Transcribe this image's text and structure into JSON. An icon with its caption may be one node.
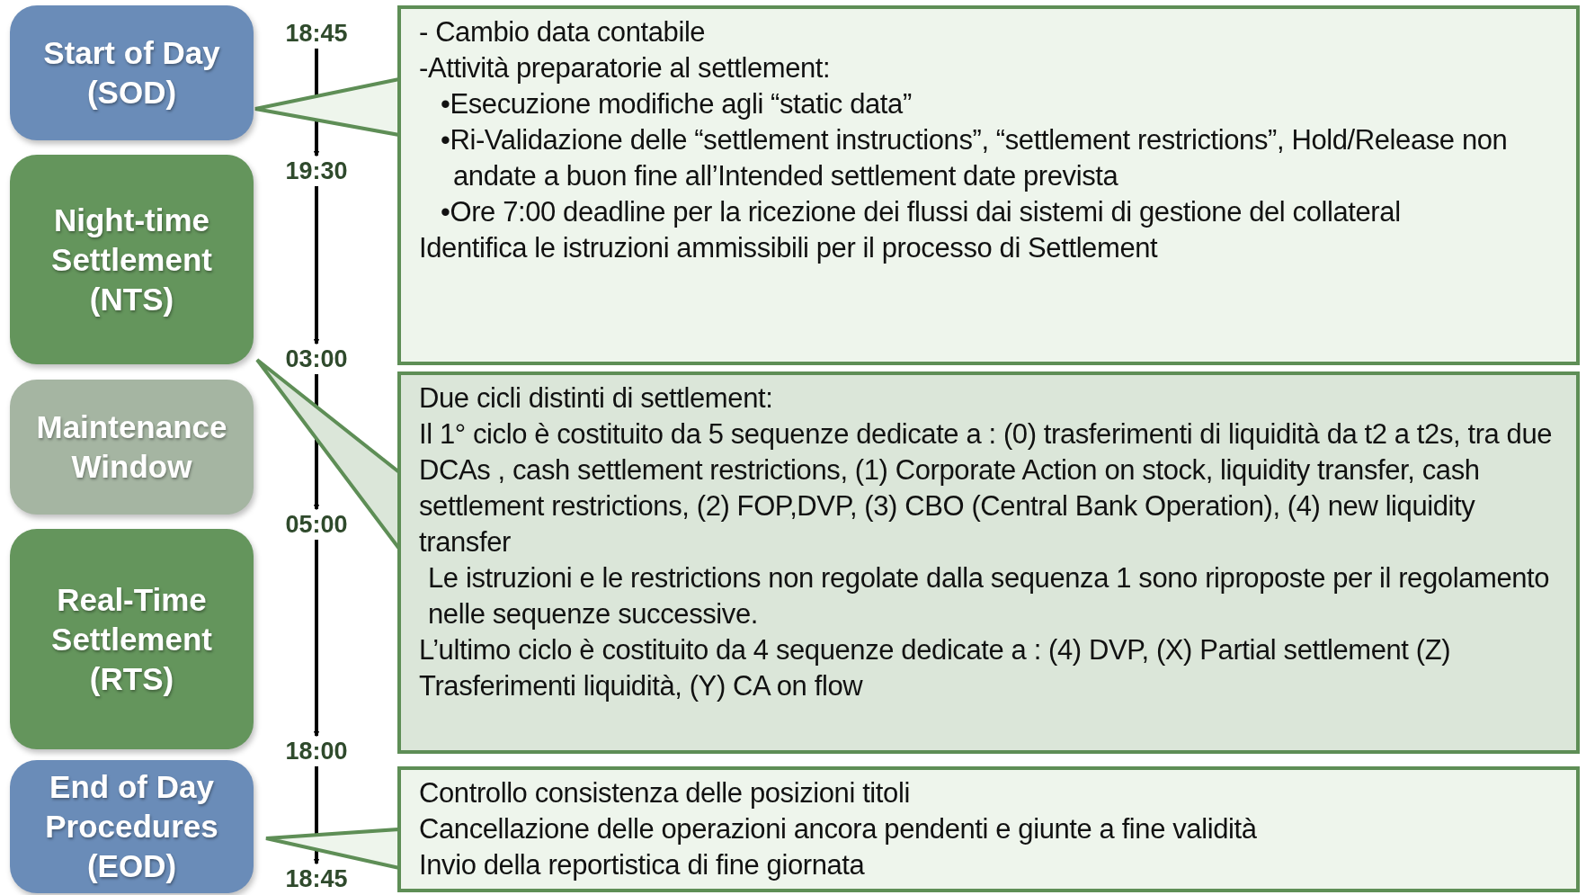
{
  "diagram": {
    "nodes": [
      {
        "text": [
          "Start of Day (SOD)"
        ]
      },
      {
        "text": [
          "Night-time Settlement (NTS)"
        ]
      },
      {
        "text": [
          "Maintenance Window"
        ]
      },
      {
        "text": [
          "Real-Time Settlement (RTS)"
        ]
      },
      {
        "text": [
          "End of Day Procedures (EOD)"
        ]
      },
      {
        "text": [
          "18:45"
        ]
      },
      {
        "text": [
          "19:30"
        ]
      },
      {
        "text": [
          "03:00"
        ]
      },
      {
        "text": [
          "05:00"
        ]
      },
      {
        "text": [
          "18:00"
        ]
      },
      {
        "text": [
          "18:45"
        ]
      },
      {
        "text": [
          "- Cambio data contabile",
          "-Attività preparatorie al settlement:",
          "•Esecuzione modifiche agli “static data”",
          "•Ri-Validazione delle “settlement instructions”, “settlement restrictions”, Hold/Release non andate a buon fine all’Intended settlement date prevista",
          "•Ore 7:00 deadline per la ricezione dei flussi dai sistemi di gestione del collateral",
          "Identifica le istruzioni ammissibili per il processo di Settlement"
        ]
      },
      {
        "text": [
          "Due cicli distinti di settlement:",
          "Il 1° ciclo è costituito da 5 sequenze dedicate a : (0) trasferimenti di liquidità da t2 a t2s, tra due DCAs , cash settlement restrictions, (1) Corporate Action on stock, liquidity transfer, cash settlement restrictions, (2) FOP,DVP, (3) CBO (Central Bank Operation), (4) new liquidity transfer",
          "Le istruzioni e le restrictions non regolate dalla sequenza 1 sono riproposte per il regolamento nelle sequenze successive.",
          "L’ultimo ciclo è costituito da 4 sequenze dedicate a : (4) DVP, (X) Partial settlement (Z) Trasferimenti liquidità, (Y) CA on flow"
        ]
      },
      {
        "text": [
          "Controllo consistenza delle posizioni titoli",
          "Cancellazione delle operazioni ancora pendenti e giunte a fine validità",
          "Invio della reportistica di fine giornata"
        ]
      }
    ],
    "edges": [
      {
        "from": 5,
        "to": 6,
        "arrow": "to"
      },
      {
        "from": 6,
        "to": 7,
        "arrow": "to"
      },
      {
        "from": 7,
        "to": 8,
        "arrow": "to"
      },
      {
        "from": 8,
        "to": 9,
        "arrow": "to"
      },
      {
        "from": 9,
        "to": 10,
        "arrow": "to"
      },
      {
        "from": 11,
        "to": 0,
        "arrow": "none"
      },
      {
        "from": 12,
        "to": 1,
        "arrow": "none"
      },
      {
        "from": 13,
        "to": 4,
        "arrow": "none"
      }
    ]
  }
}
